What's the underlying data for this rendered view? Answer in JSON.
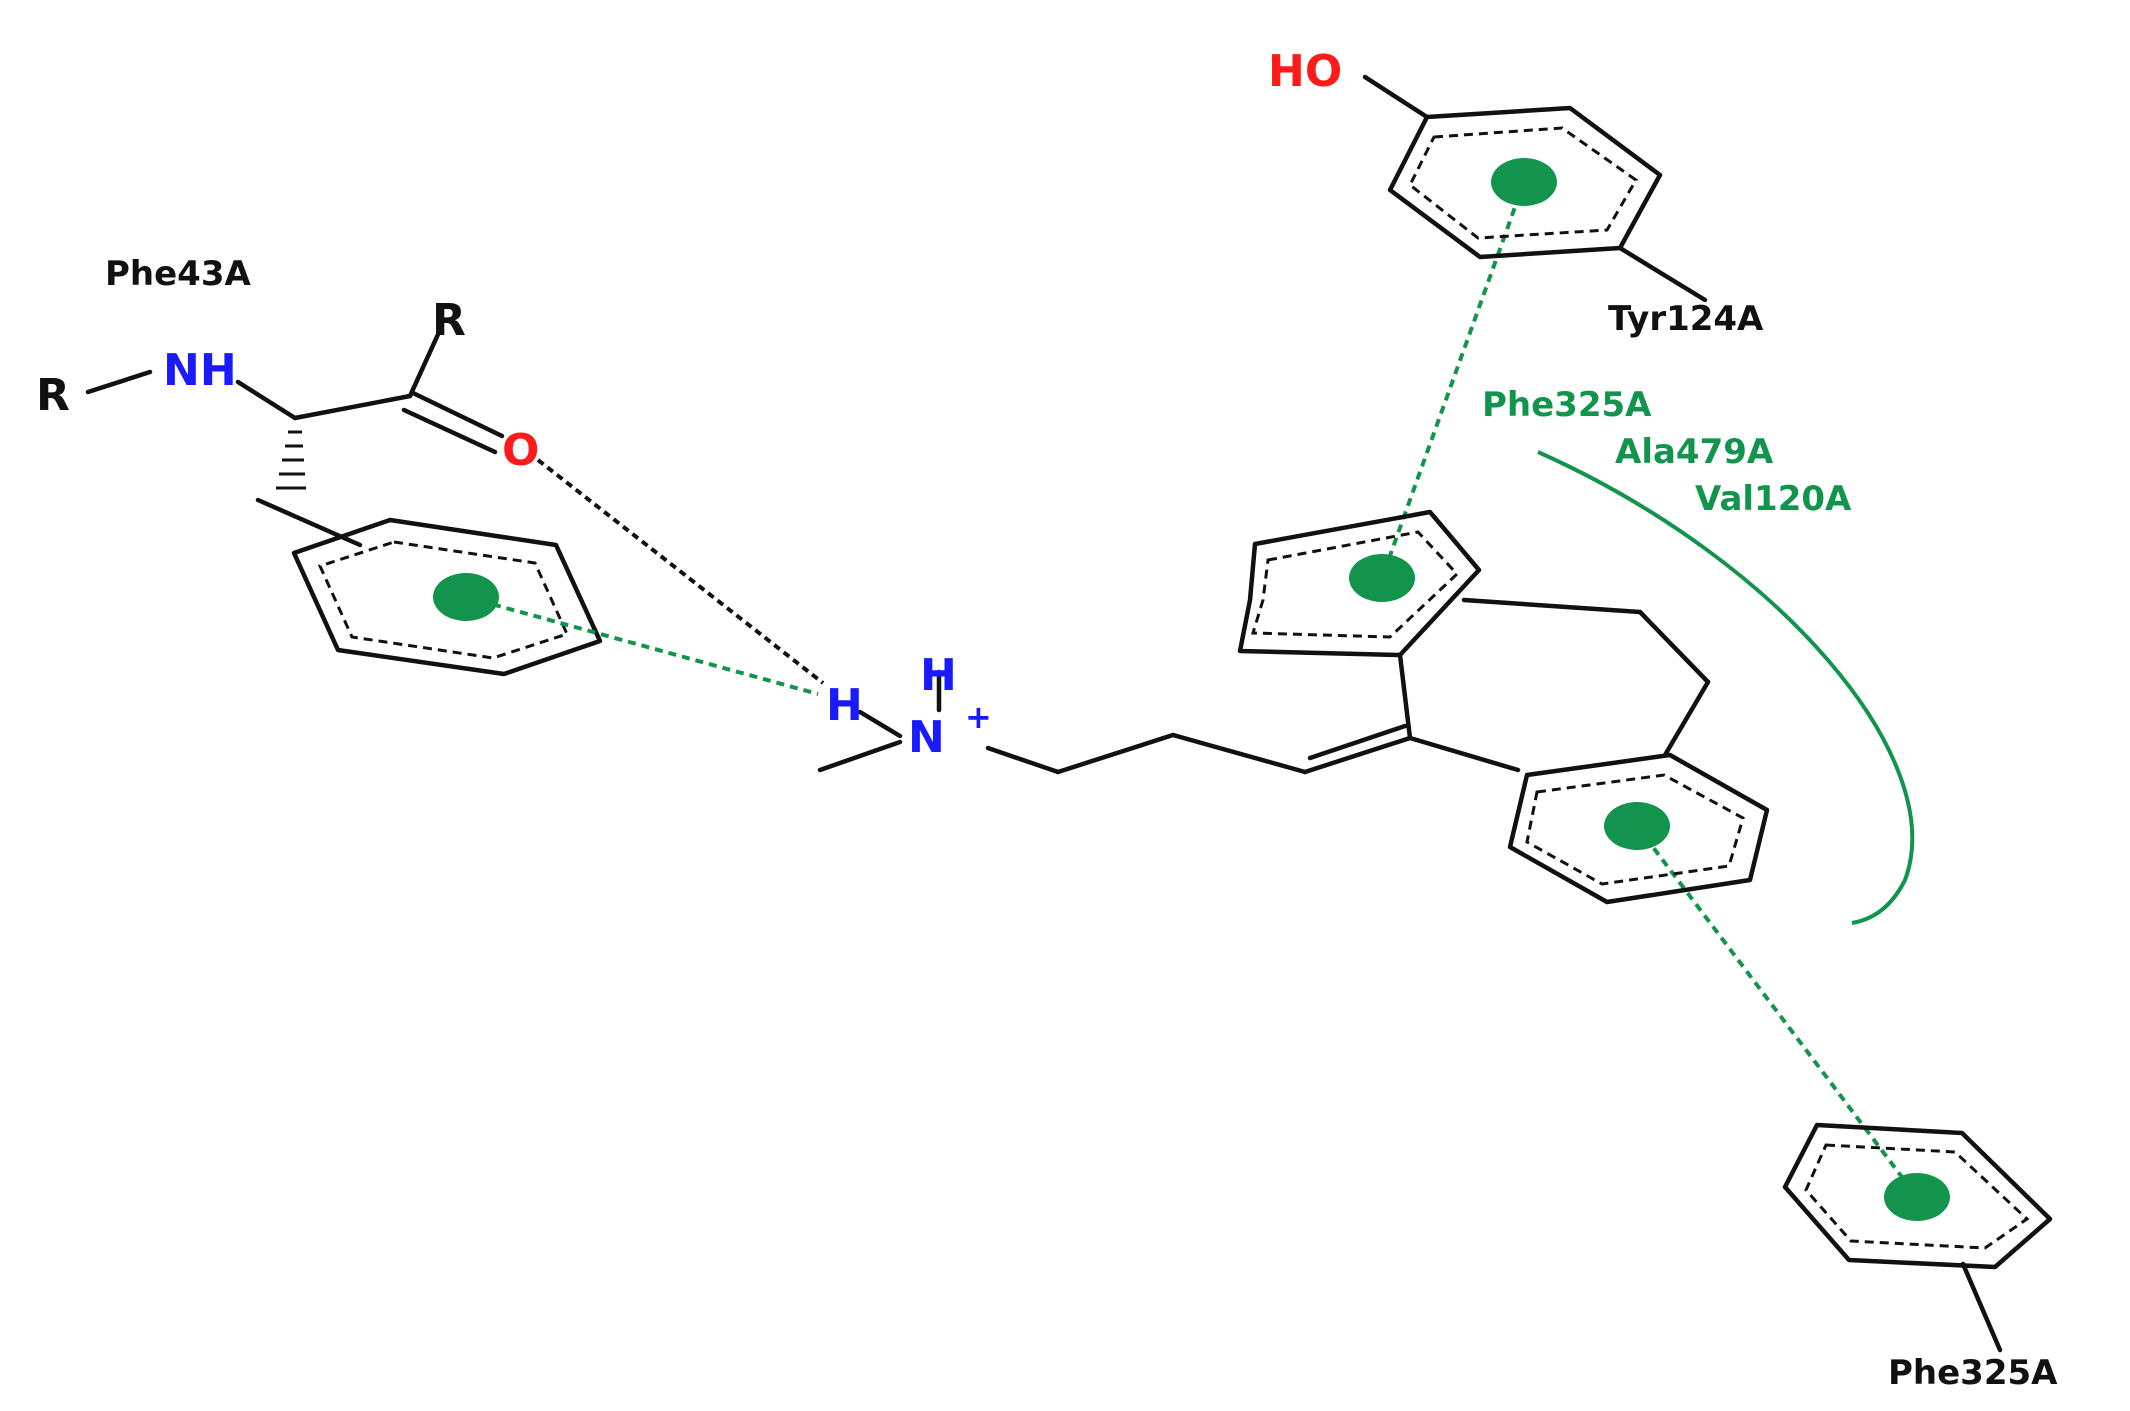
{
  "residues": {
    "phe43": "Phe43A",
    "tyr124": "Tyr124A",
    "phe325_top": "Phe325A",
    "ala479": "Ala479A",
    "val120": "Val120A",
    "phe325_bottom": "Phe325A"
  },
  "atoms": {
    "r_left": "R",
    "r_top": "R",
    "nh": "NH",
    "o_carbonyl": "O",
    "ho": "HO",
    "h_left": "H",
    "h_top": "H",
    "n_plus": "N",
    "plus": "+"
  },
  "colors": {
    "hydrophobic_interaction": "#12944c",
    "pi_interaction": "#12944c",
    "hydrogen_bond": "#111111",
    "nitrogen": "#1a1aff",
    "oxygen": "#ff1a1a",
    "carbon_bonds": "#111111"
  }
}
